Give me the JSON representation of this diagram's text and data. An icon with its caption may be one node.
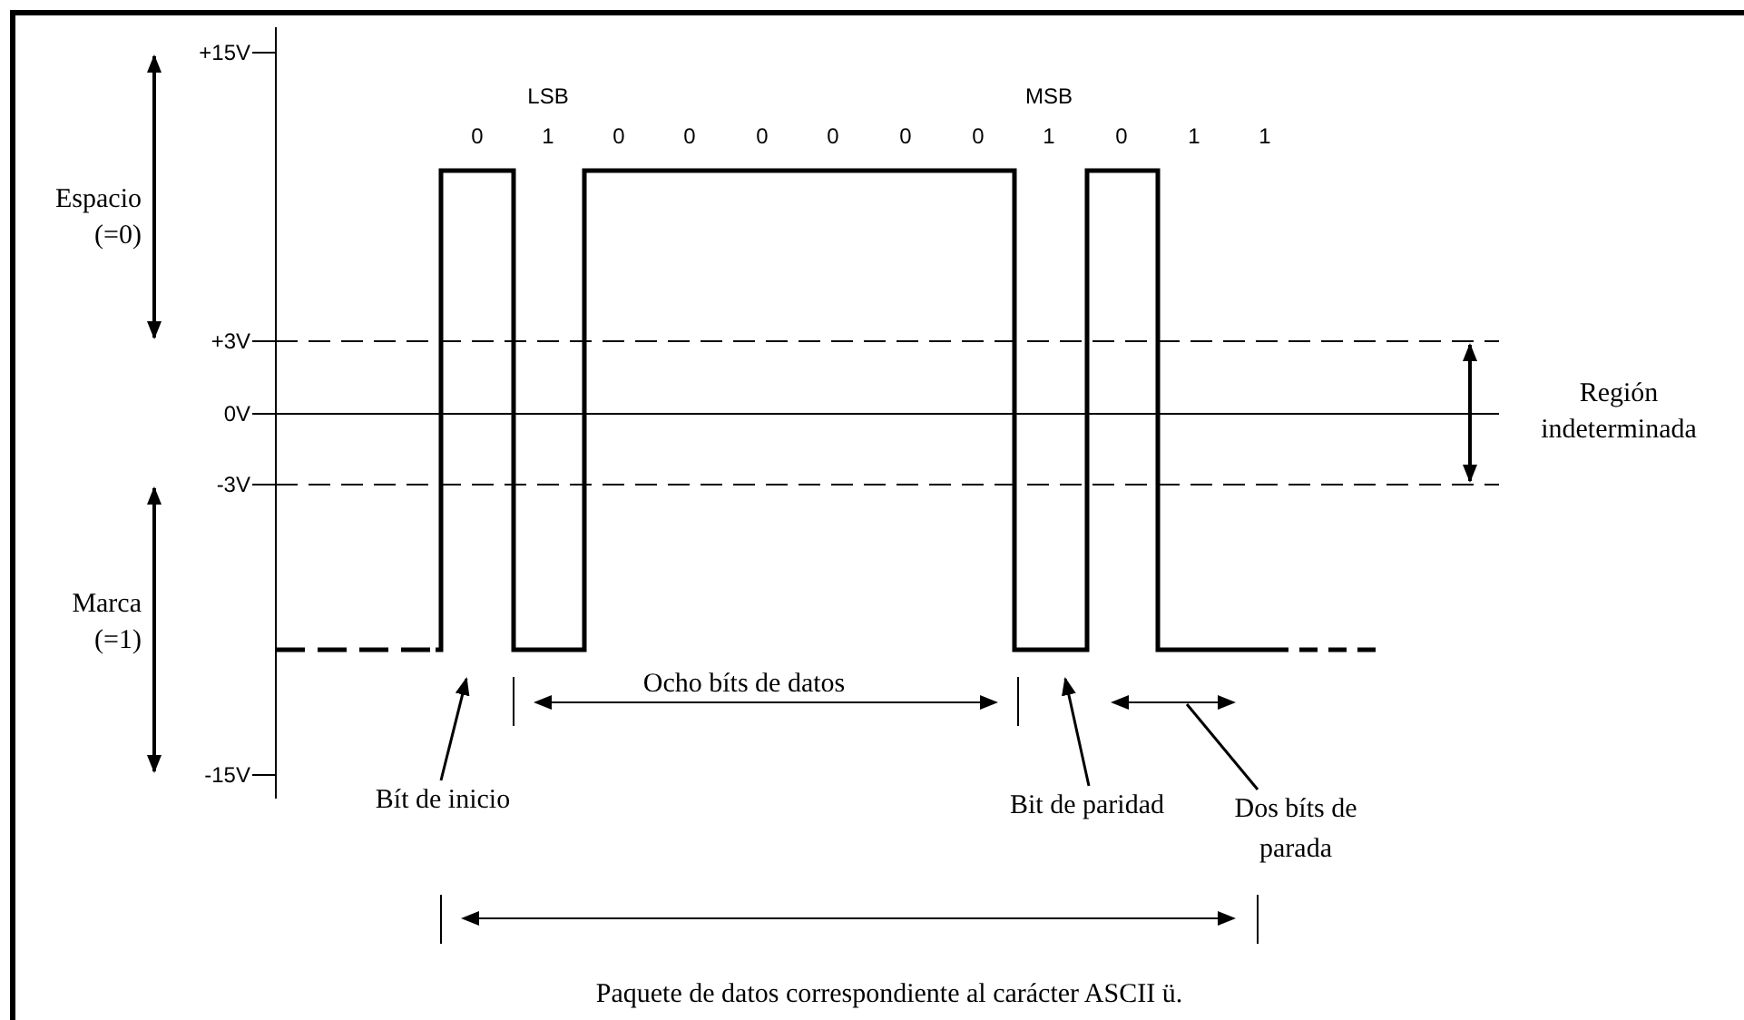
{
  "diagram": {
    "caption": "Paquete de datos correspondiente al carácter ASCII ü.",
    "nodes": [
      {
        "text": [
          "Bít de inicio"
        ]
      },
      {
        "text": [
          "Bit de paridad"
        ]
      },
      {
        "text": [
          "Dos bíts de parada"
        ]
      }
    ],
    "edges": [
      {
        "from": 0,
        "to": null,
        "arrow": "to"
      },
      {
        "from": 1,
        "to": null,
        "arrow": "to"
      },
      {
        "from": 2,
        "to": null,
        "arrow": "none"
      }
    ],
    "labels": [
      "+15V",
      "LSB",
      "MSB",
      "0",
      "1",
      "0",
      "0",
      "0",
      "0",
      "0",
      "0",
      "1",
      "0",
      "1",
      "1",
      "Espacio (=0)",
      "+3V",
      "0V",
      "Región indeterminada",
      "-3V",
      "Marca (=1)",
      "Ocho bíts de datos",
      "-15V"
    ]
  }
}
